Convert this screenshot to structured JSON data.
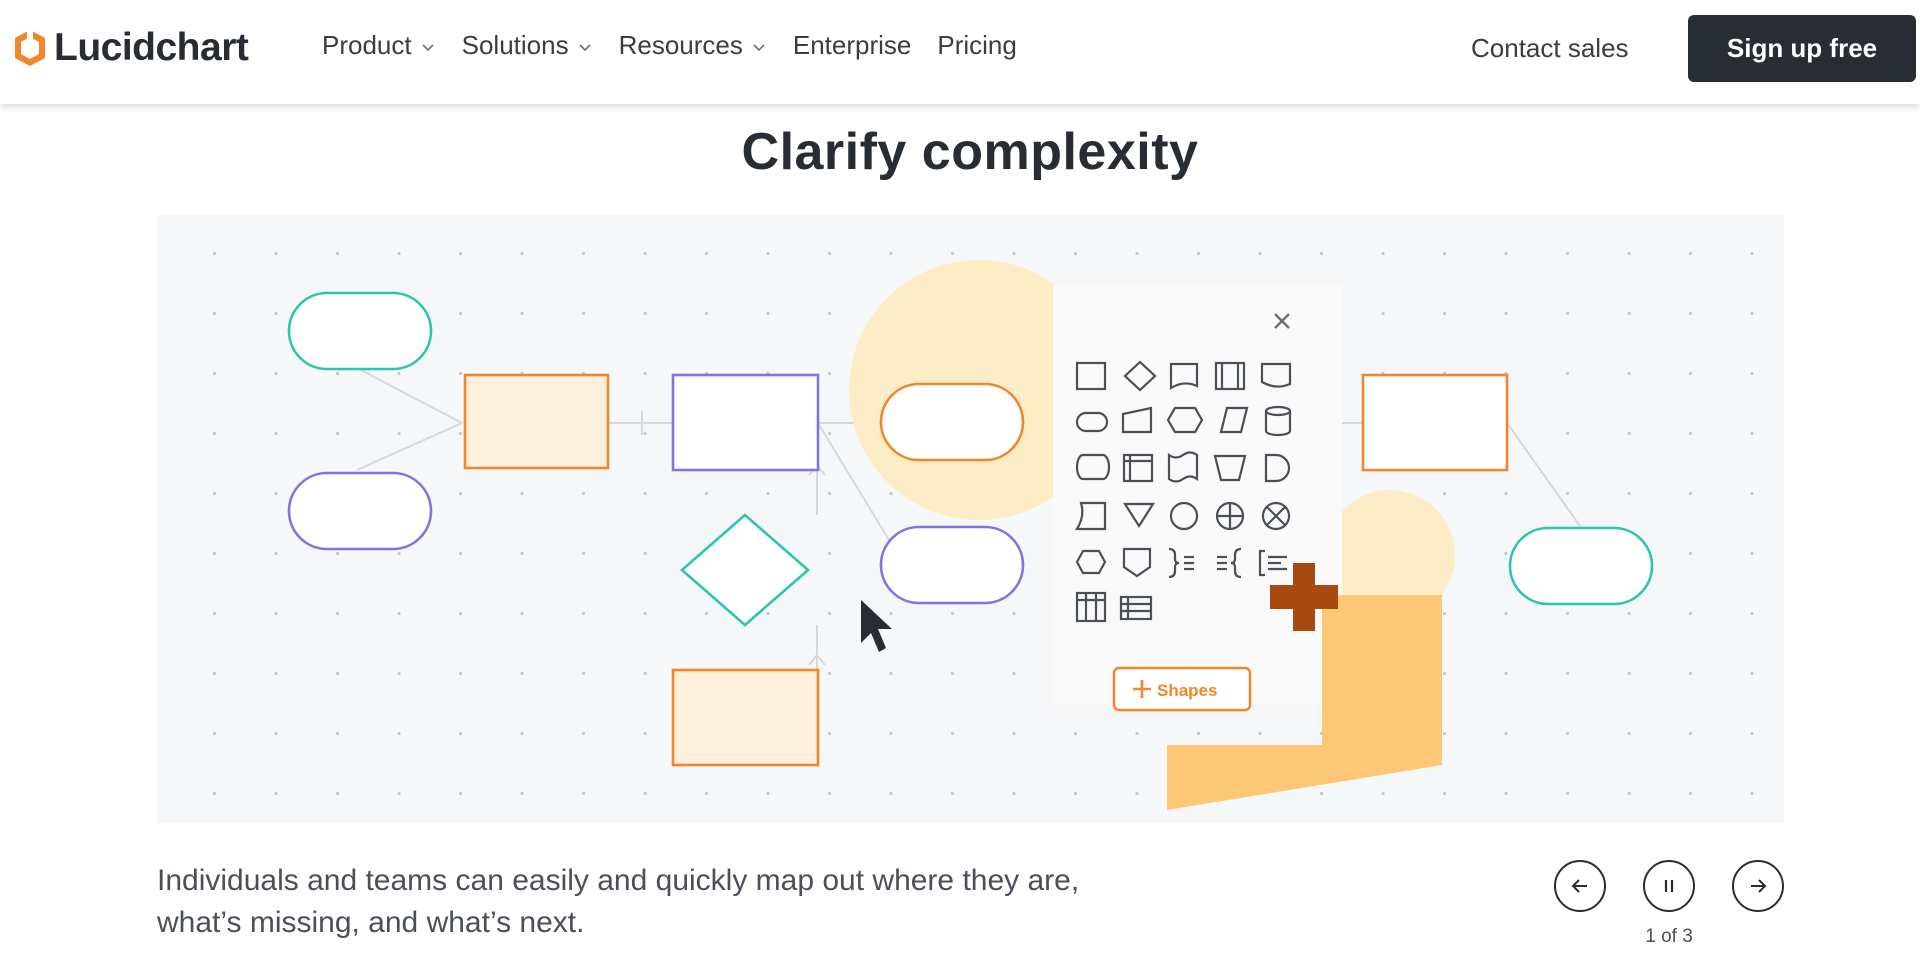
{
  "header": {
    "logo_text": "Lucidchart",
    "nav": [
      {
        "label": "Product",
        "has_dropdown": true
      },
      {
        "label": "Solutions",
        "has_dropdown": true
      },
      {
        "label": "Resources",
        "has_dropdown": true
      },
      {
        "label": "Enterprise",
        "has_dropdown": false
      },
      {
        "label": "Pricing",
        "has_dropdown": false
      }
    ],
    "contact_label": "Contact sales",
    "signup_label": "Sign up free"
  },
  "hero": {
    "title": "Clarify complexity",
    "shapes_button_label": "Shapes",
    "caption_line1": "Individuals and teams can easily and quickly map out where they are,",
    "caption_line2": "what’s missing, and what’s next."
  },
  "carousel": {
    "prev_icon": "arrow-left-icon",
    "pause_icon": "pause-icon",
    "next_icon": "arrow-right-icon",
    "counter": "1 of 3"
  },
  "colors": {
    "brand_orange": "#f1862c",
    "teal": "#2ec4ae",
    "purple": "#8273df",
    "dark": "#282c33",
    "panel_bg": "#f6f7f9",
    "accent_yellow": "#fdc875",
    "plus_brown": "#a84a10"
  }
}
